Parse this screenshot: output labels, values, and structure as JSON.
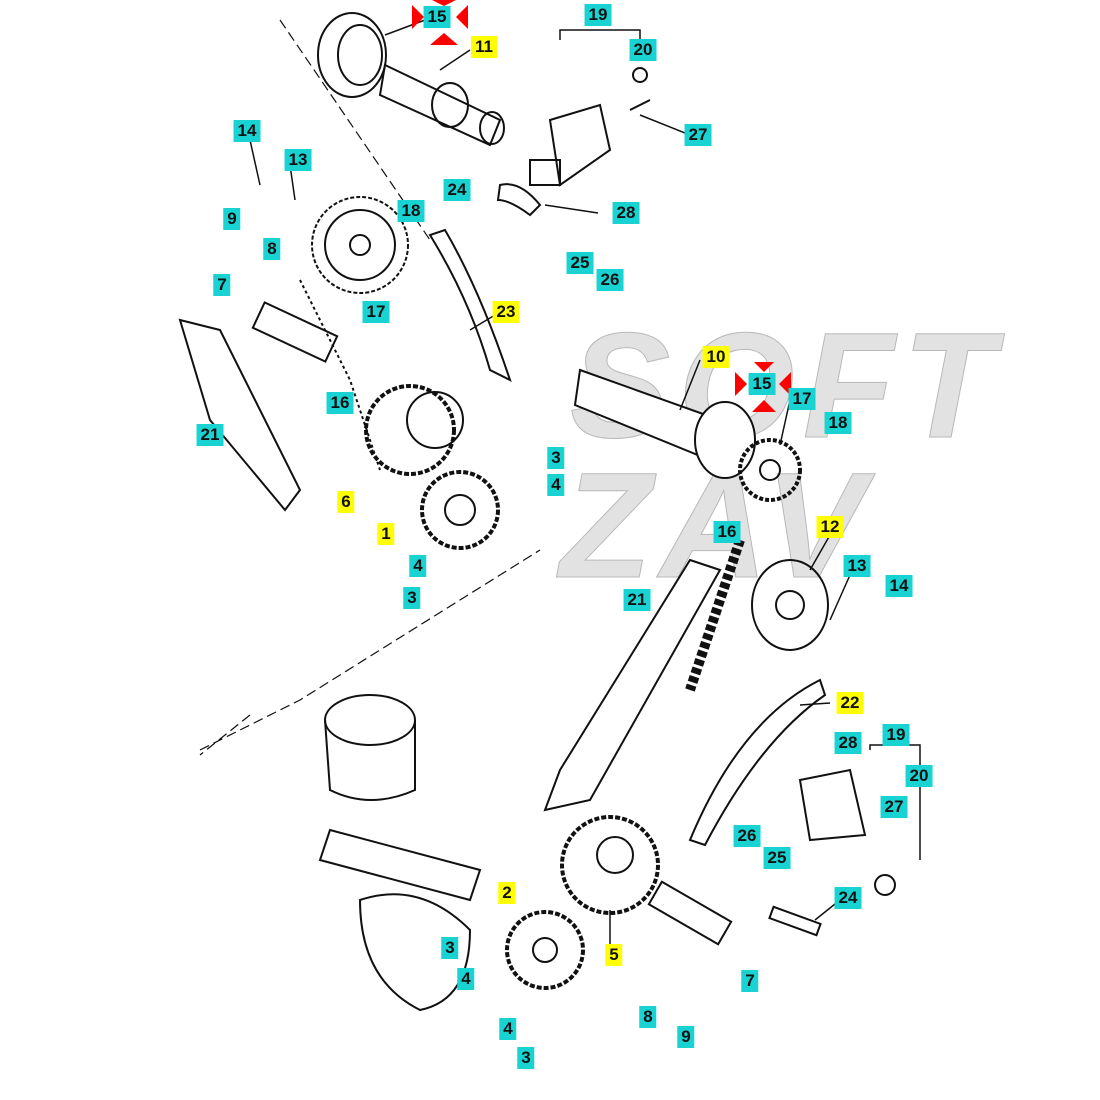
{
  "colors": {
    "ref_label": "#19d3d3",
    "main_label": "#ffff00",
    "marker": "#ff0000"
  },
  "watermark": [
    "SOFT",
    "ZAV"
  ],
  "labels": [
    {
      "id": "15",
      "kind": "ref",
      "marked": true
    },
    {
      "id": "11",
      "kind": "main"
    },
    {
      "id": "19",
      "kind": "ref"
    },
    {
      "id": "20",
      "kind": "ref"
    },
    {
      "id": "27",
      "kind": "ref"
    },
    {
      "id": "14",
      "kind": "ref"
    },
    {
      "id": "13",
      "kind": "ref"
    },
    {
      "id": "18",
      "kind": "ref"
    },
    {
      "id": "24",
      "kind": "ref"
    },
    {
      "id": "28",
      "kind": "ref"
    },
    {
      "id": "9",
      "kind": "ref"
    },
    {
      "id": "8",
      "kind": "ref"
    },
    {
      "id": "25",
      "kind": "ref"
    },
    {
      "id": "26",
      "kind": "ref"
    },
    {
      "id": "7",
      "kind": "ref"
    },
    {
      "id": "17",
      "kind": "ref"
    },
    {
      "id": "23",
      "kind": "main"
    },
    {
      "id": "16",
      "kind": "ref"
    },
    {
      "id": "10",
      "kind": "main"
    },
    {
      "id": "15",
      "kind": "ref",
      "marked": true
    },
    {
      "id": "17",
      "kind": "ref"
    },
    {
      "id": "21",
      "kind": "ref"
    },
    {
      "id": "18",
      "kind": "ref"
    },
    {
      "id": "3",
      "kind": "ref"
    },
    {
      "id": "4",
      "kind": "ref"
    },
    {
      "id": "6",
      "kind": "main"
    },
    {
      "id": "1",
      "kind": "main"
    },
    {
      "id": "12",
      "kind": "main"
    },
    {
      "id": "16",
      "kind": "ref"
    },
    {
      "id": "13",
      "kind": "ref"
    },
    {
      "id": "14",
      "kind": "ref"
    },
    {
      "id": "4",
      "kind": "ref"
    },
    {
      "id": "3",
      "kind": "ref"
    },
    {
      "id": "21",
      "kind": "ref"
    },
    {
      "id": "22",
      "kind": "main"
    },
    {
      "id": "19",
      "kind": "ref"
    },
    {
      "id": "28",
      "kind": "ref"
    },
    {
      "id": "20",
      "kind": "ref"
    },
    {
      "id": "27",
      "kind": "ref"
    },
    {
      "id": "26",
      "kind": "ref"
    },
    {
      "id": "25",
      "kind": "ref"
    },
    {
      "id": "2",
      "kind": "main"
    },
    {
      "id": "24",
      "kind": "ref"
    },
    {
      "id": "5",
      "kind": "main"
    },
    {
      "id": "3",
      "kind": "ref"
    },
    {
      "id": "4",
      "kind": "ref"
    },
    {
      "id": "7",
      "kind": "ref"
    },
    {
      "id": "8",
      "kind": "ref"
    },
    {
      "id": "4",
      "kind": "ref"
    },
    {
      "id": "9",
      "kind": "ref"
    },
    {
      "id": "3",
      "kind": "ref"
    }
  ]
}
